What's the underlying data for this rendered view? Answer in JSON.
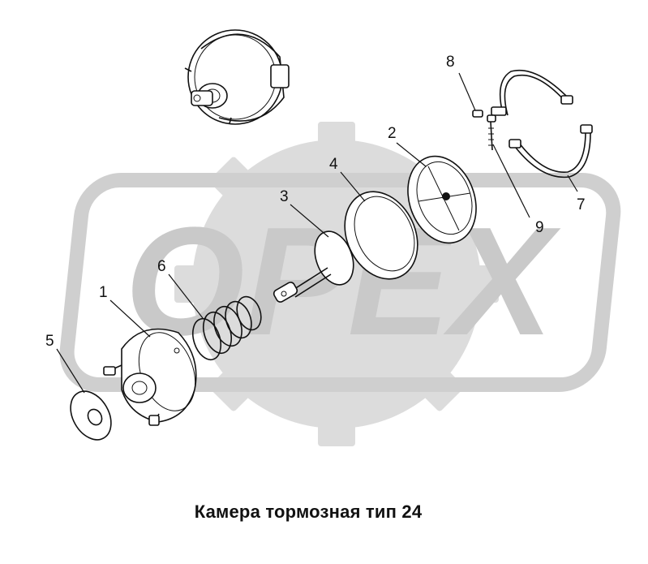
{
  "caption": "Камера тормозная тип 24",
  "watermark": {
    "text": "OPEX",
    "color": "#c9c9c9",
    "gear_color": "#dcdcdc"
  },
  "callouts": [
    {
      "label": "1"
    },
    {
      "label": "2"
    },
    {
      "label": "3"
    },
    {
      "label": "4"
    },
    {
      "label": "5"
    },
    {
      "label": "6"
    },
    {
      "label": "7"
    },
    {
      "label": "8"
    },
    {
      "label": "9"
    }
  ]
}
